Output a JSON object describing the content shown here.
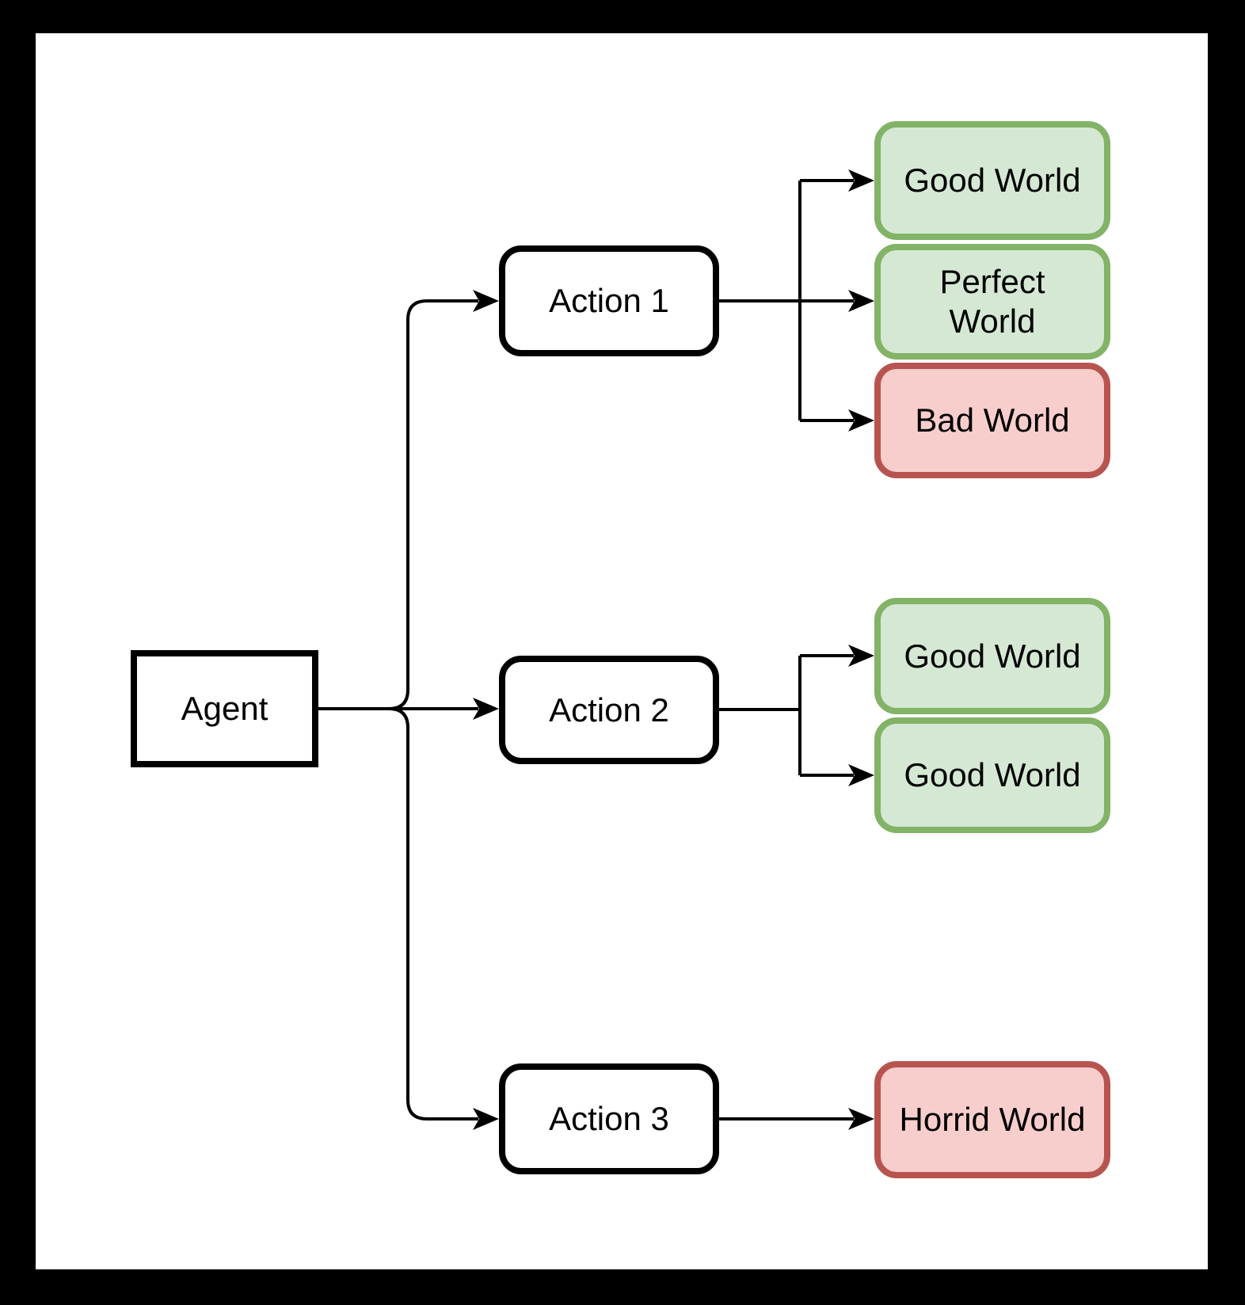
{
  "colors": {
    "frame_color": "#000000",
    "canvas_color": "#ffffff",
    "node_border": "#000000",
    "good_fill": "#d5e8d4",
    "good_border": "#82b366",
    "bad_fill": "#f8cecc",
    "bad_border": "#b85450"
  },
  "nodes": {
    "agent": {
      "label": "Agent"
    },
    "actions": [
      {
        "label": "Action 1"
      },
      {
        "label": "Action 2"
      },
      {
        "label": "Action 3"
      }
    ],
    "outcomes": [
      {
        "label": "Good World",
        "type": "good"
      },
      {
        "label": "Perfect\nWorld",
        "type": "good"
      },
      {
        "label": "Bad World",
        "type": "bad"
      },
      {
        "label": "Good World",
        "type": "good"
      },
      {
        "label": "Good World",
        "type": "good"
      },
      {
        "label": "Horrid World",
        "type": "bad"
      }
    ]
  },
  "edges": [
    {
      "from": "Agent",
      "to": "Action 1"
    },
    {
      "from": "Agent",
      "to": "Action 2"
    },
    {
      "from": "Agent",
      "to": "Action 3"
    },
    {
      "from": "Action 1",
      "to": "Good World"
    },
    {
      "from": "Action 1",
      "to": "Perfect World"
    },
    {
      "from": "Action 1",
      "to": "Bad World"
    },
    {
      "from": "Action 2",
      "to": "Good World"
    },
    {
      "from": "Action 2",
      "to": "Good World"
    },
    {
      "from": "Action 3",
      "to": "Horrid World"
    }
  ]
}
